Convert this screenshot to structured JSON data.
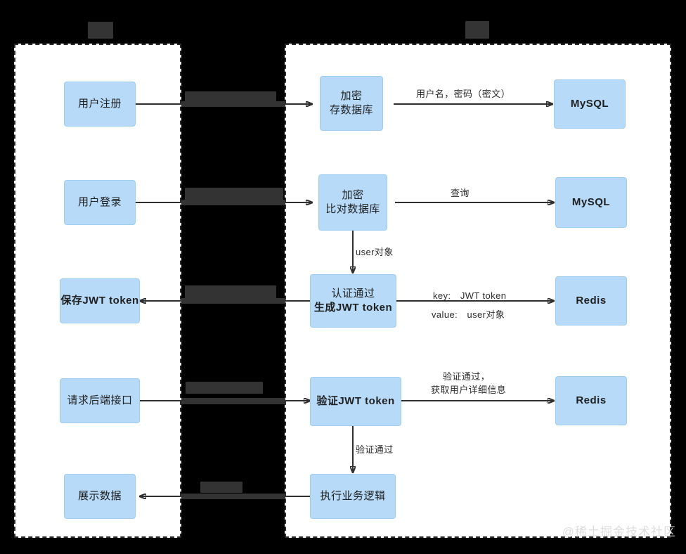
{
  "diagram": {
    "type": "flow-diagram",
    "background_color": "#000000",
    "node_fill": "#b6daf8",
    "node_stroke": "#9fcdf0",
    "panel_fill": "#ffffff",
    "panel_stroke": "#2b2b2b",
    "arrow_color": "#2f2f2f"
  },
  "panels": {
    "client": {
      "title": "",
      "title_redacted": true
    },
    "server": {
      "title": "",
      "title_redacted": true
    }
  },
  "nodes": {
    "client_register": {
      "line1": "用户注册"
    },
    "client_login": {
      "line1": "用户登录"
    },
    "client_savejwt": {
      "line1": "保存JWT token"
    },
    "client_request": {
      "line1": "请求后端接口"
    },
    "client_display": {
      "line1": "展示数据"
    },
    "server_encrypt_store": {
      "line1": "加密",
      "line2": "存数据库"
    },
    "server_encrypt_cmp": {
      "line1": "加密",
      "line2": "比对数据库"
    },
    "server_auth_jwt": {
      "line1": "认证通过",
      "line2": "生成JWT token"
    },
    "server_verify_jwt": {
      "line1": "验证JWT token"
    },
    "server_business": {
      "line1": "执行业务逻辑"
    },
    "store_mysql_1": {
      "line1": "MySQL"
    },
    "store_mysql_2": {
      "line1": "MySQL"
    },
    "store_redis_1": {
      "line1": "Redis"
    },
    "store_redis_2": {
      "line1": "Redis"
    }
  },
  "edge_labels": {
    "register_to_mysql": "用户名，密码（密文）",
    "login_to_mysql": "查询",
    "cmp_to_auth": "user对象",
    "auth_to_redis_key": "key:　JWT token",
    "auth_to_redis_value": "value:　user对象",
    "verify_to_redis_l1": "验证通过，",
    "verify_to_redis_l2": "获取用户详细信息",
    "verify_to_business": "验证通过",
    "cross_1": "",
    "cross_2": "",
    "cross_3": "",
    "cross_4": "",
    "cross_5": ""
  },
  "watermark": {
    "text": "@稀土掘金技术社区"
  }
}
